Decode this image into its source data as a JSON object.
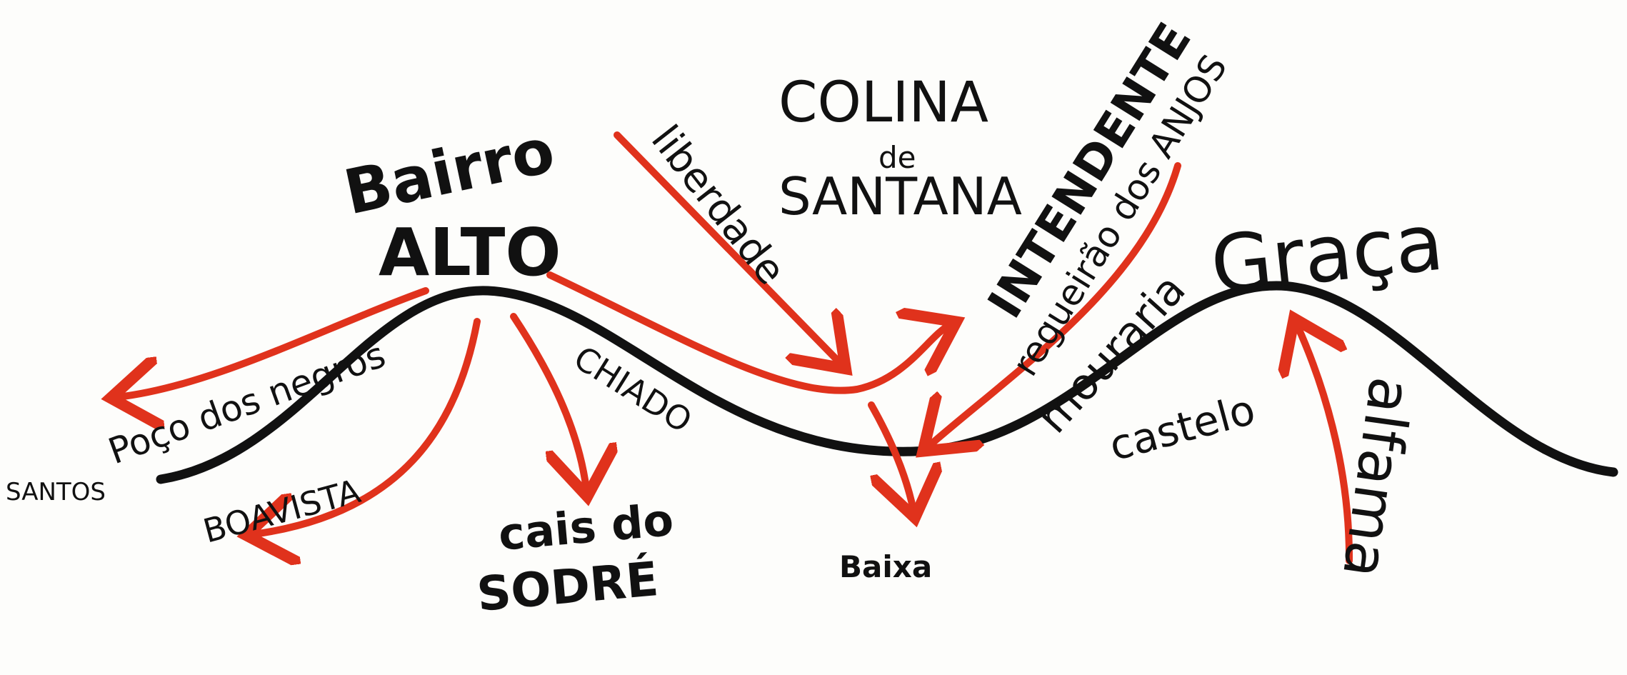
{
  "colors": {
    "ridge": "#111111",
    "arrow": "#e0321c",
    "ink": "#111111"
  },
  "labels": {
    "bairro": "Bairro",
    "alto": "ALTO",
    "colina": "COLINA",
    "de": "de",
    "santana": "SANTANA",
    "liberdade": "liberdade",
    "intendente": "INTENDENTE",
    "regueirao": "regueirão dos ANJOS",
    "graca": "Graça",
    "mouraria": "mouraria",
    "castelo": "castelo",
    "alfama": "alfama",
    "poco": "Poço dos negros",
    "santos": "SANTOS",
    "boavista": "BOAVISTA",
    "chiado": "CHIADO",
    "cais": "cais do",
    "sodre": "SODRÉ",
    "baixa": "Baixa"
  }
}
